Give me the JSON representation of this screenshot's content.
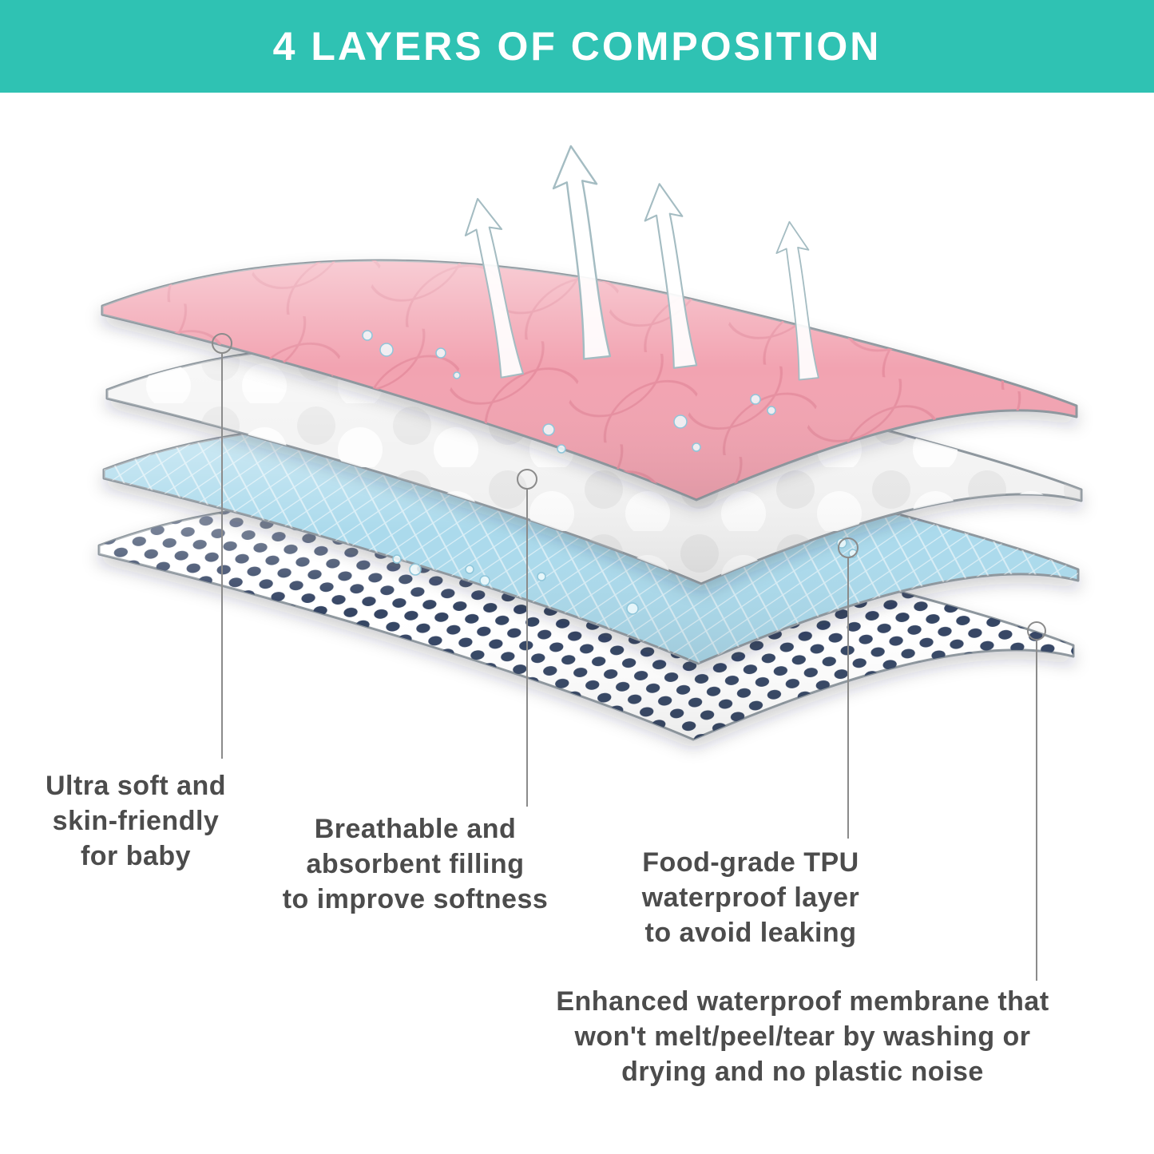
{
  "header": {
    "title": "4 LAYERS OF COMPOSITION",
    "background_color": "#2fc2b3",
    "text_color": "#ffffff"
  },
  "diagram": {
    "layers": [
      {
        "id": "quilted-top-layer",
        "color": "#f2a3b1",
        "pattern": "quilted-circles"
      },
      {
        "id": "absorbent-filling-layer",
        "color": "#f3f3f3",
        "pattern": "fluff"
      },
      {
        "id": "tpu-waterproof-layer",
        "color": "#abdaec",
        "pattern": "diamond-grid"
      },
      {
        "id": "waterproof-membrane-layer",
        "color": "#ffffff",
        "dot_color": "#344463",
        "pattern": "dots"
      }
    ],
    "arrow_count": 4
  },
  "callouts": [
    {
      "lines": [
        "Ultra soft and",
        "skin-friendly",
        "for baby"
      ]
    },
    {
      "lines": [
        "Breathable and",
        "absorbent filling",
        "to improve softness"
      ]
    },
    {
      "lines": [
        "Food-grade TPU",
        "waterproof layer",
        "to avoid leaking"
      ]
    },
    {
      "lines": [
        "Enhanced waterproof membrane that",
        "won't melt/peel/tear by washing or",
        "drying and no plastic noise"
      ]
    }
  ]
}
